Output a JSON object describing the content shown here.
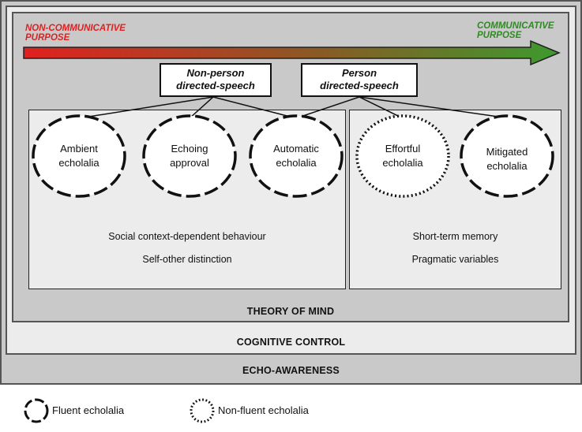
{
  "arrow": {
    "left_label_line1": "NON-COMMUNICATIVE",
    "left_label_line2": "PURPOSE",
    "right_label_line1": "COMMUNICATIVE",
    "right_label_line2": "PURPOSE",
    "start_color": "#e02020",
    "end_color": "#3d9a2e"
  },
  "speech_boxes": [
    {
      "line1": "Non-person",
      "line2": "directed-speech"
    },
    {
      "line1": "Person",
      "line2": "directed-speech"
    }
  ],
  "nodes": [
    {
      "line1": "Ambient",
      "line2": "echolalia",
      "style": "fluent"
    },
    {
      "line1": "Echoing",
      "line2": "approval",
      "style": "fluent"
    },
    {
      "line1": "Automatic",
      "line2": "echolalia",
      "style": "fluent"
    },
    {
      "line1": "Effortful",
      "line2": "echolalia",
      "style": "non-fluent"
    },
    {
      "line1": "Mitigated",
      "line2": "echolalia",
      "style": "fluent"
    }
  ],
  "left_panel": {
    "line1": "Social context-dependent behaviour",
    "line2": "Self-other distinction"
  },
  "right_panel": {
    "line1": "Short-term memory",
    "line2": "Pragmatic variables"
  },
  "layers": {
    "theory_of_mind": "THEORY OF MIND",
    "cognitive_control": "COGNITIVE CONTROL",
    "echo_awareness": "ECHO-AWARENESS"
  },
  "legend": {
    "fluent": "Fluent echolalia",
    "non_fluent": "Non-fluent echolalia"
  }
}
